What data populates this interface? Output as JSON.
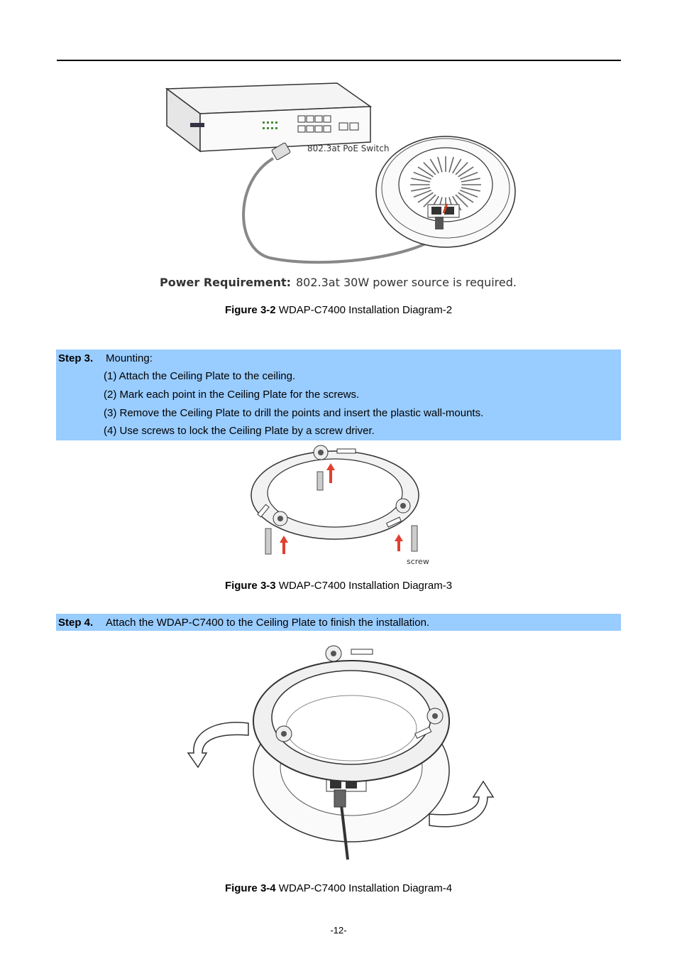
{
  "figure2": {
    "switch_label": "802.3at PoE Switch",
    "power_label": "Power Requirement:",
    "power_text": "802.3at 30W power source is required.",
    "caption_bold": "Figure 3-2",
    "caption_text": " WDAP-C7400 Installation Diagram-2"
  },
  "step3": {
    "label": "Step 3.",
    "title": "Mounting:",
    "items": [
      "(1) Attach the Ceiling Plate to the ceiling.",
      "(2) Mark each point in the Ceiling Plate for the screws.",
      "(3) Remove the Ceiling Plate to drill the points and insert the plastic wall-mounts.",
      "(4) Use screws to lock the Ceiling Plate by a screw driver."
    ]
  },
  "figure3": {
    "screw_label": "screw",
    "caption_bold": "Figure 3-3",
    "caption_text": " WDAP-C7400 Installation Diagram-3"
  },
  "step4": {
    "label": "Step 4.",
    "text": "Attach the WDAP-C7400 to the Ceiling Plate to finish the installation."
  },
  "figure4": {
    "caption_bold": "Figure 3-4",
    "caption_text": " WDAP-C7400 Installation Diagram-4"
  },
  "footer": {
    "page_number": "-12-"
  }
}
